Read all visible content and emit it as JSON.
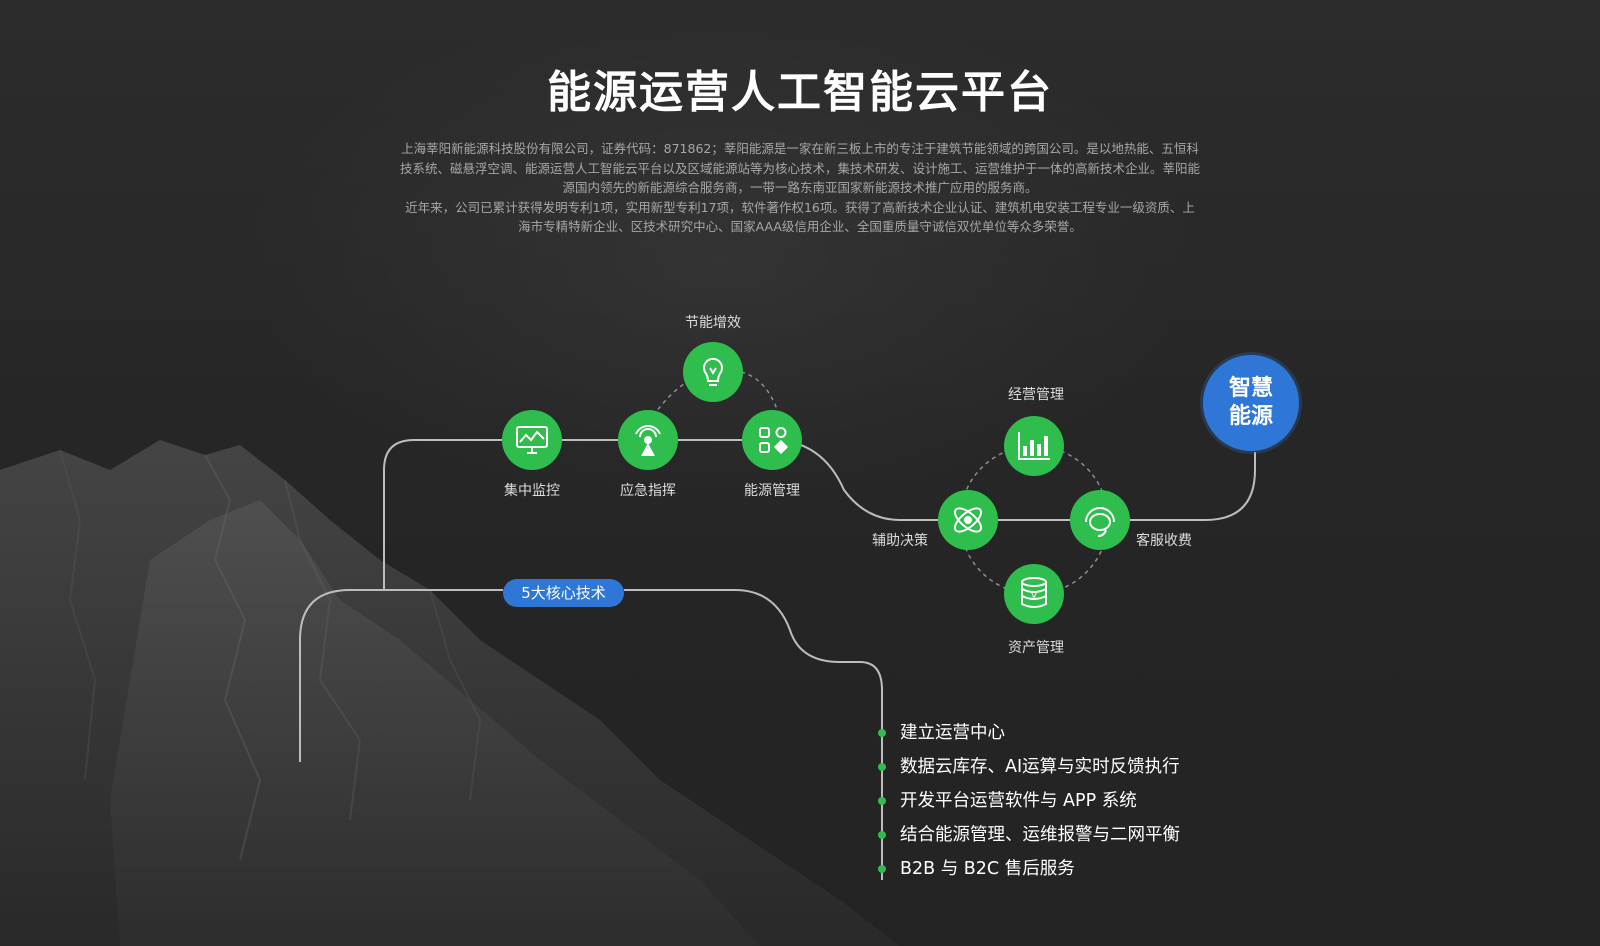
{
  "title": "能源运营人工智能云平台",
  "intro": {
    "para1": "上海莘阳新能源科技股份有限公司，证券代码：871862；莘阳能源是一家在新三板上市的专注于建筑节能领域的跨国公司。是以地热能、五恒科技系统、磁悬浮空调、能源运营人工智能云平台以及区域能源站等为核心技术，集技术研发、设计施工、运营维护于一体的高新技术企业。莘阳能源国内领先的新能源综合服务商，一带一路东南亚国家新能源技术推广应用的服务商。",
    "para2": "近年来，公司已累计获得发明专利1项，实用新型专利17项，软件著作权16项。获得了高新技术企业认证、建筑机电安装工程专业一级资质、上海市专精特新企业、区技术研究中心、国家AAA级信用企业、全国重质量守诚信双优单位等众多荣誉。"
  },
  "colors": {
    "node_green": "#2fbd4e",
    "accent_blue": "#2e77d6",
    "line_gray": "#bdbdbd",
    "dashed_gray": "#8e8e8e"
  },
  "group1": {
    "monitor": {
      "label": "集中监控",
      "icon": "monitor-chart-icon"
    },
    "emergency": {
      "label": "应急指挥",
      "icon": "broadcast-antenna-icon"
    },
    "saving": {
      "label": "节能增效",
      "icon": "lightbulb-icon"
    },
    "energy_mgmt": {
      "label": "能源管理",
      "icon": "apps-grid-icon"
    }
  },
  "group2": {
    "business": {
      "label": "经营管理",
      "icon": "bar-chart-icon"
    },
    "decision": {
      "label": "辅助决策",
      "icon": "atom-icon"
    },
    "service": {
      "label": "客服收费",
      "icon": "headset-icon"
    },
    "assets": {
      "label": "资产管理",
      "icon": "coin-stack-icon"
    }
  },
  "goal": {
    "line1": "智慧",
    "line2": "能源"
  },
  "core_badge": "5大核心技术",
  "bullets": [
    "建立运营中心",
    "数据云库存、AI运算与实时反馈执行",
    "开发平台运营软件与 APP 系统",
    "结合能源管理、运维报警与二网平衡",
    "B2B 与 B2C 售后服务"
  ]
}
